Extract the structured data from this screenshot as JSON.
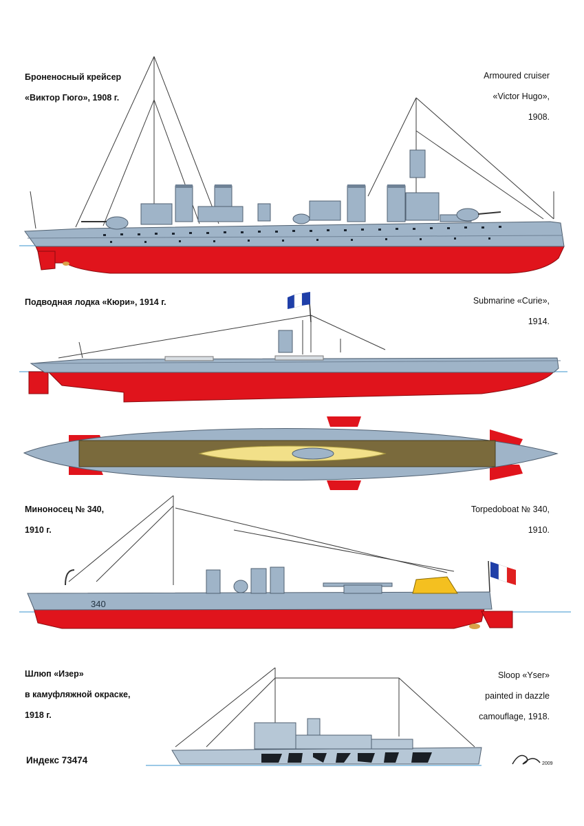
{
  "ships": [
    {
      "ru": [
        "Броненосный крейсер",
        "«Виктор Гюго», 1908 г."
      ],
      "en": [
        "Armoured cruiser",
        "«Victor Hugo»,",
        "1908."
      ]
    },
    {
      "ru": [
        "Подводная лодка «Кюри», 1914 г."
      ],
      "en": [
        "Submarine «Curie»,",
        "1914."
      ]
    },
    {
      "ru": [
        "Миноносец № 340,",
        "1910 г."
      ],
      "en": [
        "Torpedoboat № 340,",
        "1910."
      ],
      "hull_number": "340"
    },
    {
      "ru": [
        "Шлюп «Изер»",
        "в камуфляжной окраске,",
        "1918 г."
      ],
      "en": [
        "Sloop «Yser»",
        "painted in dazzle",
        "camouflage, 1918."
      ]
    }
  ],
  "footer": {
    "index": "Индекс 73474",
    "signature_year": "2009"
  },
  "colors": {
    "hull_grey": "#9fb4c8",
    "hull_dark": "#6f8296",
    "antifouling_red": "#e0141c",
    "deck_wood": "#7a6a3c",
    "flag_blue": "#1f3fa8",
    "flag_red": "#e02020",
    "rigging": "#3a3a3a",
    "waterline": "#7ab7dd"
  },
  "icons": [
    "french-flag-icon",
    "artist-signature-icon"
  ]
}
